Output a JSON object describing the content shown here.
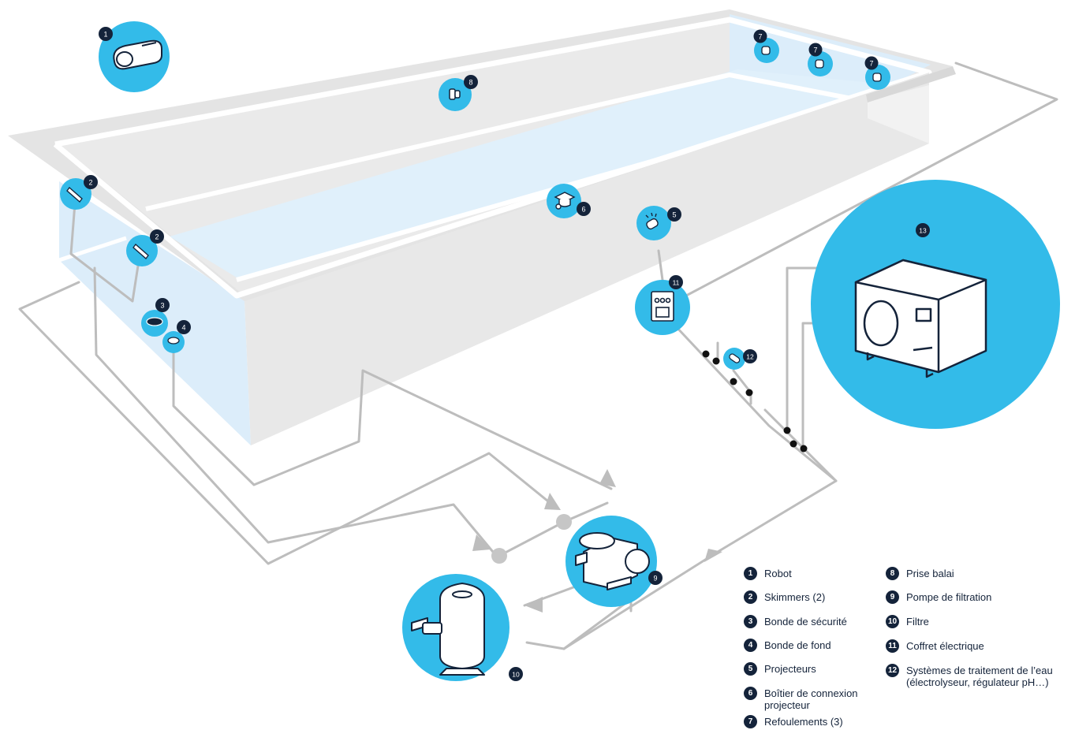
{
  "legend": [
    {
      "num": "1",
      "label": "Robot"
    },
    {
      "num": "2",
      "label": "Skimmers (2)"
    },
    {
      "num": "3",
      "label": "Bonde de sécurité"
    },
    {
      "num": "4",
      "label": "Bonde de fond"
    },
    {
      "num": "5",
      "label": "Projecteurs"
    },
    {
      "num": "6",
      "label": "Boîtier de connexion",
      "label2": "projecteur"
    },
    {
      "num": "7",
      "label": "Refoulements (3)"
    },
    {
      "num": "8",
      "label": "Prise balai"
    },
    {
      "num": "9",
      "label": "Pompe de filtration"
    },
    {
      "num": "10",
      "label": "Filtre"
    },
    {
      "num": "11",
      "label": "Coffret électrique"
    },
    {
      "num": "12",
      "label": "Systèmes de traitement de l’eau",
      "label2": "(électrolyseur, régulateur pH…)"
    }
  ],
  "markers": [
    "1",
    "2",
    "2",
    "3",
    "4",
    "5",
    "6",
    "7",
    "7",
    "7",
    "8",
    "9",
    "10",
    "11",
    "12",
    "13"
  ],
  "colors": {
    "accent": "#33bbe9",
    "badge": "#14233a",
    "water": "#e0f0fb",
    "wall": "#e6e6e6",
    "pipe": "#bdbdbd"
  },
  "icons": [
    "robot-icon",
    "skimmer-icon",
    "safety-drain-icon",
    "bottom-drain-icon",
    "spotlight-icon",
    "junction-box-icon",
    "return-inlet-icon",
    "vacuum-socket-icon",
    "pump-icon",
    "filter-icon",
    "electrical-box-icon",
    "treatment-icon",
    "heat-pump-icon"
  ]
}
